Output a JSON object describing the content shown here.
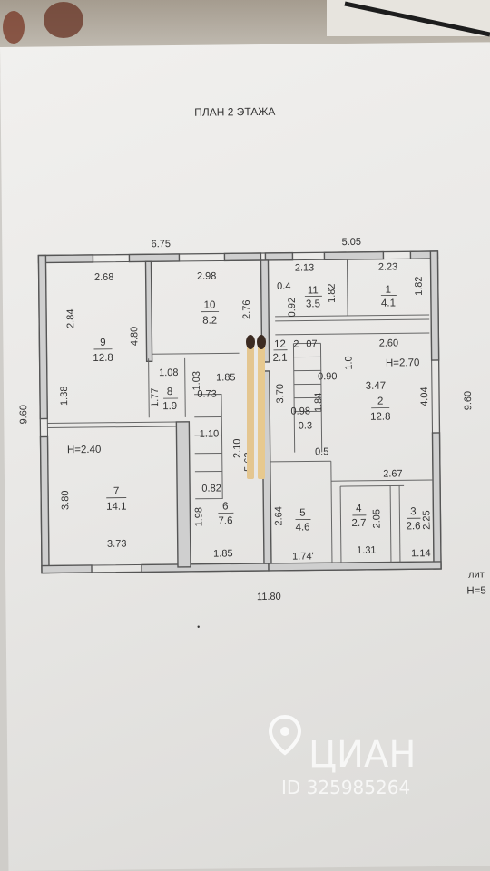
{
  "title": "ПЛАН 2 ЭТАЖА",
  "dims": {
    "top_left": "6.75",
    "top_right": "5.05",
    "left_height": "9.60",
    "right_height": "9.60",
    "bottom_total": "11.80"
  },
  "rooms": [
    {
      "num": "1",
      "area": "4.1"
    },
    {
      "num": "2",
      "area": "12.8"
    },
    {
      "num": "3",
      "area": "2.6"
    },
    {
      "num": "4",
      "area": "2.7"
    },
    {
      "num": "5",
      "area": "4.6"
    },
    {
      "num": "6",
      "area": "7.6"
    },
    {
      "num": "7",
      "area": "14.1"
    },
    {
      "num": "8",
      "area": "1.9"
    },
    {
      "num": "9",
      "area": "12.8"
    },
    {
      "num": "10",
      "area": "8.2"
    },
    {
      "num": "11",
      "area": "3.5"
    },
    {
      "num": "12",
      "area": "2.1"
    }
  ],
  "heights": {
    "room7": "H=2.40",
    "room2": "H=2.70",
    "edge": "H=5"
  },
  "edge_text": "лит",
  "inner_dims": {
    "r9_top": "2.68",
    "r9_left": "2.84",
    "r9_right": "4.80",
    "r9_low": "1.38",
    "r10_top": "2.98",
    "r10_right": "2.76",
    "r11_top": "2.13",
    "r11_a": "0.4",
    "r11_b": "0.92",
    "r11_c": "1.82",
    "r1_top": "2.23",
    "r1_right": "1.82",
    "r8_top": "1.08",
    "r8_left": "1.77",
    "r8_right": "1.03",
    "r8_stair": "0.73",
    "r8_w": "1.85",
    "stair_a": "1.10",
    "stair_b": "2.10",
    "stair_c": "5.62",
    "r12_a": "2",
    "r12_b": "07",
    "r2_top": "2.60",
    "r2_a": "0.90",
    "r2_b": "1.0",
    "r2_c": "3.47",
    "r2_d": "1.84",
    "r2_e": "3.70",
    "r2_f": "0.98",
    "r2_g": "0.3",
    "r2_h": "0.5",
    "r2_right": "4.04",
    "r7_left": "3.80",
    "r7_bottom": "3.73",
    "r6_top": "0.82",
    "r6_left": "1.98",
    "r6_bottom": "1.85",
    "r5_left": "2.64",
    "r5_bottom": "1.74'",
    "r4_h": "2.05",
    "r4_bottom": "1.31",
    "r3_h": "2.25",
    "r3_bottom": "1.14",
    "bottom_right": "2.67"
  },
  "watermark": {
    "brand": "ЦИАН",
    "id": "ID 325985264"
  },
  "colors": {
    "wall": "#cfcfcf",
    "line": "#555555",
    "paper": "#ecebe9"
  }
}
